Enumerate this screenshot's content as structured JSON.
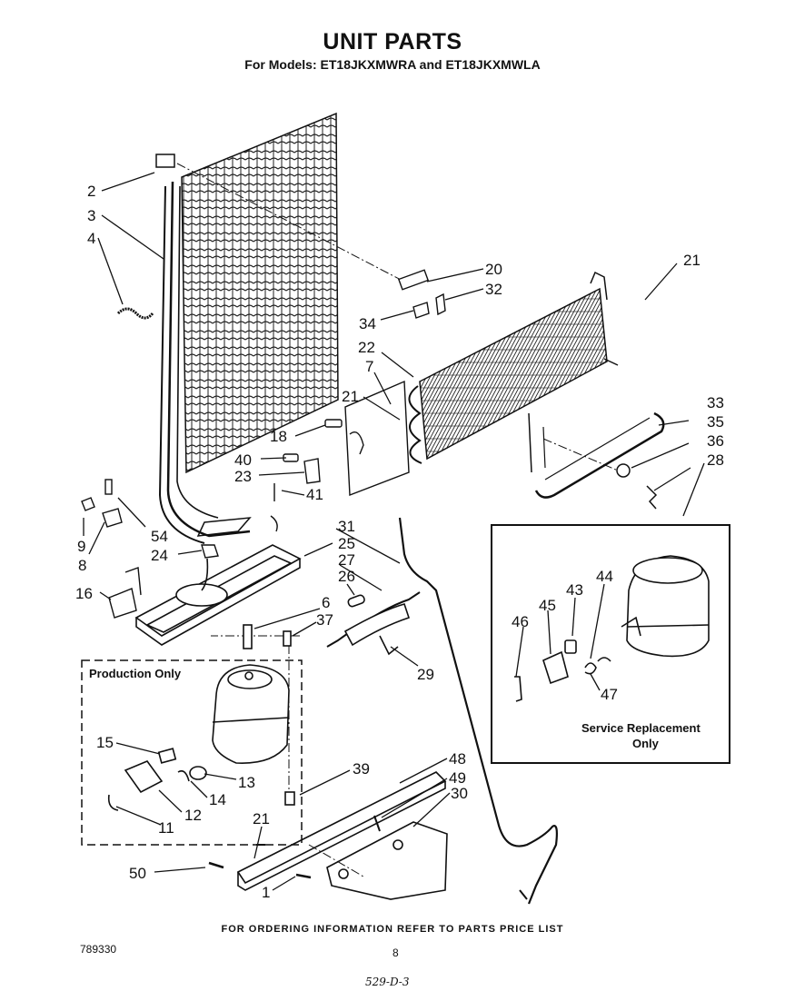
{
  "header": {
    "title": "UNIT PARTS",
    "subtitle": "For Models: ET18JKXMWRA and ET18JKXMWLA"
  },
  "callouts": [
    {
      "id": "c2",
      "text": "2"
    },
    {
      "id": "c3",
      "text": "3"
    },
    {
      "id": "c4",
      "text": "4"
    },
    {
      "id": "c20",
      "text": "20"
    },
    {
      "id": "c32",
      "text": "32"
    },
    {
      "id": "c21a",
      "text": "21"
    },
    {
      "id": "c34",
      "text": "34"
    },
    {
      "id": "c22",
      "text": "22"
    },
    {
      "id": "c7",
      "text": "7"
    },
    {
      "id": "c21b",
      "text": "21"
    },
    {
      "id": "c18",
      "text": "18"
    },
    {
      "id": "c33",
      "text": "33"
    },
    {
      "id": "c35",
      "text": "35"
    },
    {
      "id": "c36",
      "text": "36"
    },
    {
      "id": "c28",
      "text": "28"
    },
    {
      "id": "c40",
      "text": "40"
    },
    {
      "id": "c23",
      "text": "23"
    },
    {
      "id": "c41",
      "text": "41"
    },
    {
      "id": "c54",
      "text": "54"
    },
    {
      "id": "c9",
      "text": "9"
    },
    {
      "id": "c8",
      "text": "8"
    },
    {
      "id": "c24",
      "text": "24"
    },
    {
      "id": "c31",
      "text": "31"
    },
    {
      "id": "c25",
      "text": "25"
    },
    {
      "id": "c27",
      "text": "27"
    },
    {
      "id": "c26",
      "text": "26"
    },
    {
      "id": "c16",
      "text": "16"
    },
    {
      "id": "c6",
      "text": "6"
    },
    {
      "id": "c37",
      "text": "37"
    },
    {
      "id": "c29",
      "text": "29"
    },
    {
      "id": "c43",
      "text": "43"
    },
    {
      "id": "c44",
      "text": "44"
    },
    {
      "id": "c45",
      "text": "45"
    },
    {
      "id": "c46",
      "text": "46"
    },
    {
      "id": "c47",
      "text": "47"
    },
    {
      "id": "c15",
      "text": "15"
    },
    {
      "id": "c13",
      "text": "13"
    },
    {
      "id": "c14",
      "text": "14"
    },
    {
      "id": "c12",
      "text": "12"
    },
    {
      "id": "c11",
      "text": "11"
    },
    {
      "id": "c39",
      "text": "39"
    },
    {
      "id": "c48",
      "text": "48"
    },
    {
      "id": "c49",
      "text": "49"
    },
    {
      "id": "c30",
      "text": "30"
    },
    {
      "id": "c21c",
      "text": "21"
    },
    {
      "id": "c50",
      "text": "50"
    },
    {
      "id": "c1",
      "text": "1"
    }
  ],
  "boxes": {
    "production": "Production Only",
    "service_line1": "Service Replacement",
    "service_line2": "Only"
  },
  "footer": {
    "ordering": "FOR ORDERING INFORMATION REFER TO PARTS PRICE LIST",
    "doc_number": "789330",
    "page": "8",
    "handwritten": "529-D-3"
  }
}
